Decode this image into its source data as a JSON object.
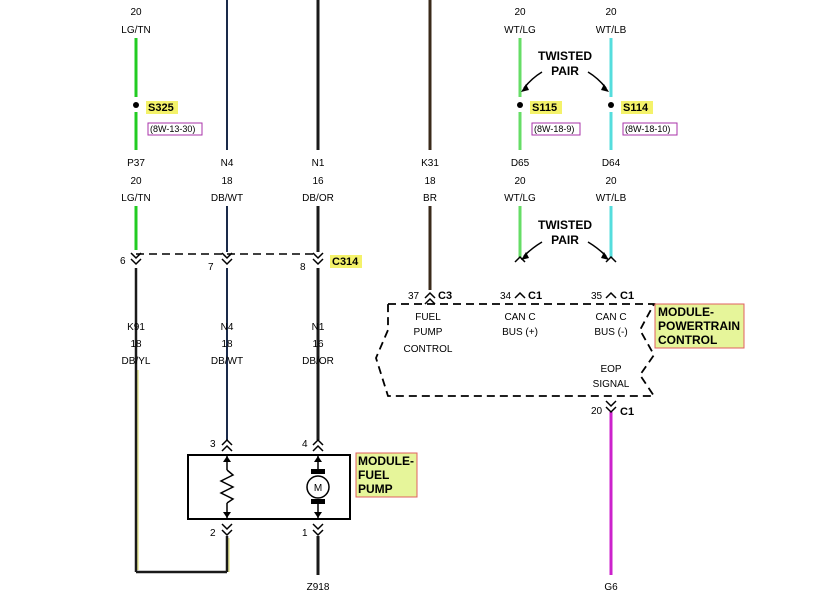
{
  "top_wires": [
    {
      "gauge": "20",
      "color": "LG/TN"
    },
    {
      "gauge": "20",
      "color": "WT/LG"
    },
    {
      "gauge": "20",
      "color": "WT/LB"
    }
  ],
  "twisted_pair": {
    "line1": "TWISTED",
    "line2": "PAIR"
  },
  "splices": [
    {
      "id": "S325",
      "ref": "(8W-13-30)"
    },
    {
      "id": "S115",
      "ref": "(8W-18-9)"
    },
    {
      "id": "S114",
      "ref": "(8W-18-10)"
    }
  ],
  "mid_wires": [
    {
      "circuit": "P37",
      "gauge": "20",
      "color": "LG/TN"
    },
    {
      "circuit": "N4",
      "gauge": "18",
      "color": "DB/WT"
    },
    {
      "circuit": "N1",
      "gauge": "16",
      "color": "DB/OR"
    },
    {
      "circuit": "K31",
      "gauge": "18",
      "color": "BR"
    },
    {
      "circuit": "D65",
      "gauge": "20",
      "color": "WT/LG"
    },
    {
      "circuit": "D64",
      "gauge": "20",
      "color": "WT/LB"
    }
  ],
  "c314": {
    "name": "C314",
    "pins": [
      "6",
      "7",
      "8"
    ]
  },
  "pcm": {
    "title_lines": [
      "MODULE-",
      "POWERTRAIN",
      "CONTROL"
    ],
    "connectors": [
      {
        "pin": "37",
        "name": "C3",
        "func_lines": [
          "FUEL",
          "PUMP",
          "CONTROL"
        ]
      },
      {
        "pin": "34",
        "name": "C1",
        "func_lines": [
          "CAN C",
          "BUS (+)"
        ]
      },
      {
        "pin": "35",
        "name": "C1",
        "func_lines": [
          "CAN C",
          "BUS (-)"
        ]
      }
    ],
    "eop": {
      "lines": [
        "EOP",
        "SIGNAL"
      ],
      "pin": "20",
      "name": "C1"
    }
  },
  "lower_wires": [
    {
      "circuit": "K91",
      "gauge": "18",
      "color": "DB/YL"
    },
    {
      "circuit": "N4",
      "gauge": "18",
      "color": "DB/WT"
    },
    {
      "circuit": "N1",
      "gauge": "16",
      "color": "DB/OR"
    }
  ],
  "fuel_pump": {
    "title_lines": [
      "MODULE-",
      "FUEL",
      "PUMP"
    ],
    "top_pins": [
      "3",
      "4"
    ],
    "bottom_pins": [
      "2",
      "1"
    ],
    "motor_symbol": "M"
  },
  "bottom_labels": {
    "ground": "Z918",
    "g6": "G6"
  },
  "colors": {
    "lg_tn": "#22cc22",
    "wt_lg": "#66dd66",
    "wt_lb": "#55dddd",
    "db": "#1a2a4a",
    "br": "#3a2a1a",
    "db_or": "#1a1a1a",
    "g6": "#cc22cc",
    "splice_fill": "#f4f26a",
    "module_fill": "#e6f59a",
    "module_border": "#e06060",
    "ref_border": "#aa33aa"
  }
}
